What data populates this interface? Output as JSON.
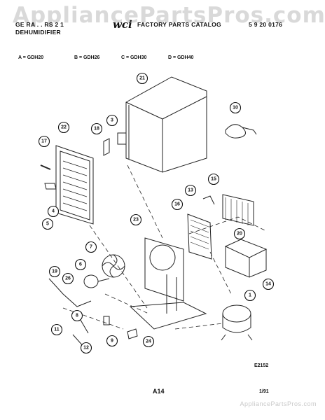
{
  "watermark": "AppliancePartsPros.com",
  "header": {
    "line1_left": "GE RA . . RS 2 1",
    "line2_left": "DEHUMIDIFIER",
    "logo": "wci",
    "catalog": "FACTORY PARTS CATALOG",
    "catalog_no": "5 9 20 0176"
  },
  "models": [
    "A = GDH20",
    "B = GDH26",
    "C = GDH30",
    "D = GDH40"
  ],
  "callouts": [
    "1",
    "3",
    "4",
    "5",
    "6",
    "7",
    "8",
    "9",
    "10",
    "11",
    "12",
    "13",
    "14",
    "15",
    "16",
    "17",
    "18",
    "19",
    "20",
    "21",
    "22",
    "23",
    "24",
    "26"
  ],
  "footer": {
    "figure_code": "E2152",
    "page": "A14",
    "date": "1/91",
    "watermark_small": "AppliancePartsPros.com"
  }
}
